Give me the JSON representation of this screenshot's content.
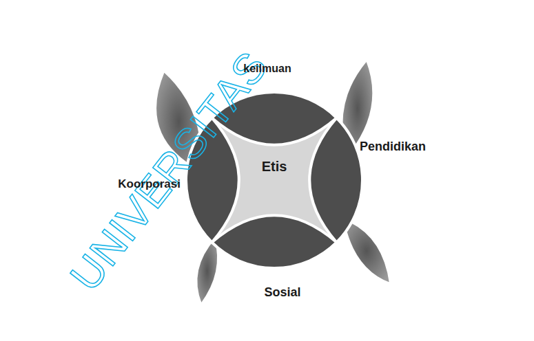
{
  "diagram": {
    "nodes": [
      {
        "text": [
          "Etis"
        ]
      }
    ],
    "labels": [
      "UNIVERSITAS",
      "keilmuan",
      "Pendidikan",
      "Koorporasi",
      "Sosial"
    ]
  }
}
